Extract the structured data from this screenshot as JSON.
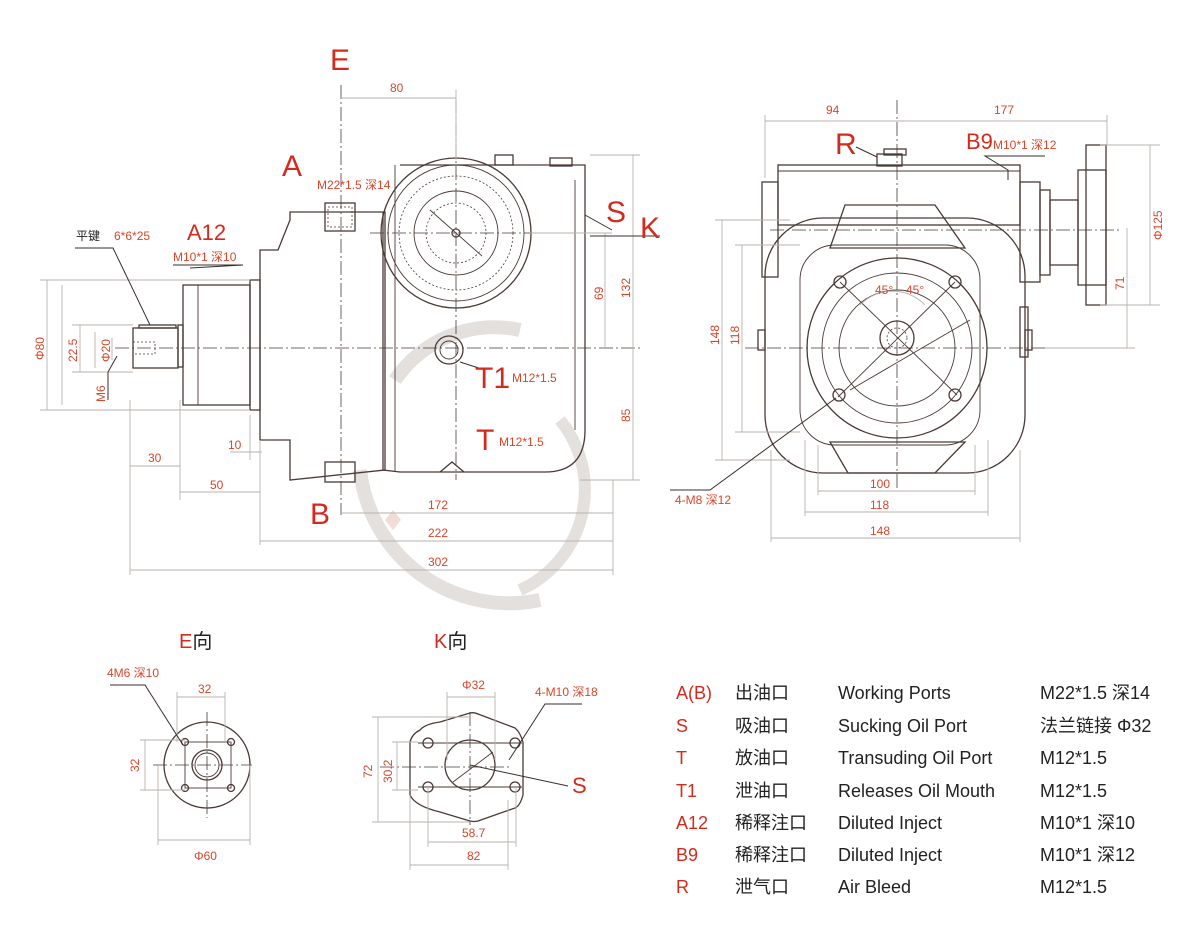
{
  "colors": {
    "accent_red": "#d42a1e",
    "dimension_text": "#d8462a",
    "line": "#4a3a36",
    "dimension_line": "#b9b2ae"
  },
  "side_view": {
    "label_E": "E",
    "label_A": "A",
    "label_B": "B",
    "label_S": "S",
    "label_K": "K",
    "label_A12": "A12",
    "label_T1": "T1",
    "label_T": "T",
    "note_A": "M22*1.5 深14",
    "note_A12": "M10*1 深10",
    "note_T1": "M12*1.5",
    "note_T": "M12*1.5",
    "key_label": "平键",
    "key_size": "6*6*25",
    "dims": {
      "d80": "80",
      "d69": "69",
      "d132": "132",
      "d85": "85",
      "d30": "30",
      "d50": "50",
      "d10": "10",
      "d172": "172",
      "d222": "222",
      "d302": "302",
      "phi80": "Φ80",
      "d22_5": "22.5",
      "phi20": "Φ20",
      "m6": "M6"
    }
  },
  "front_view": {
    "label_R": "R",
    "label_B9": "B9",
    "note_B9": "M10*1 深12",
    "note_holes": "4-M8 深12",
    "angle_1": "45°",
    "angle_2": "45°",
    "dims": {
      "d94": "94",
      "d177": "177",
      "phi125": "Φ125",
      "d71": "71",
      "d148v": "148",
      "d118v": "118",
      "d100": "100",
      "d118h": "118",
      "d148h": "148"
    }
  },
  "e_view": {
    "title_letter": "E",
    "title_suffix": "向",
    "note": "4M6 深10",
    "d32h": "32",
    "d32v": "32",
    "phi60": "Φ60"
  },
  "k_view": {
    "title_letter": "K",
    "title_suffix": "向",
    "note": "4-M10 深18",
    "phi32": "Φ32",
    "d72": "72",
    "d30_2": "30.2",
    "d58_7": "58.7",
    "d82": "82",
    "label_S": "S"
  },
  "port_table": [
    {
      "code": "A(B)",
      "cn": "出油口",
      "en": "Working Ports",
      "spec": "M22*1.5  深14"
    },
    {
      "code": "S",
      "cn": "吸油口",
      "en": "Sucking Oil Port",
      "spec": "法兰链接 Φ32"
    },
    {
      "code": "T",
      "cn": "放油口",
      "en": "Transuding Oil Port",
      "spec": "M12*1.5"
    },
    {
      "code": "T1",
      "cn": "泄油口",
      "en": "Releases Oil Mouth",
      "spec": "M12*1.5"
    },
    {
      "code": "A12",
      "cn": "稀释注口",
      "en": "Diluted Inject",
      "spec": "M10*1  深10"
    },
    {
      "code": "B9",
      "cn": "稀释注口",
      "en": "Diluted Inject",
      "spec": "M10*1  深12"
    },
    {
      "code": "R",
      "cn": "泄气口",
      "en": "Air Bleed",
      "spec": "M12*1.5"
    }
  ]
}
